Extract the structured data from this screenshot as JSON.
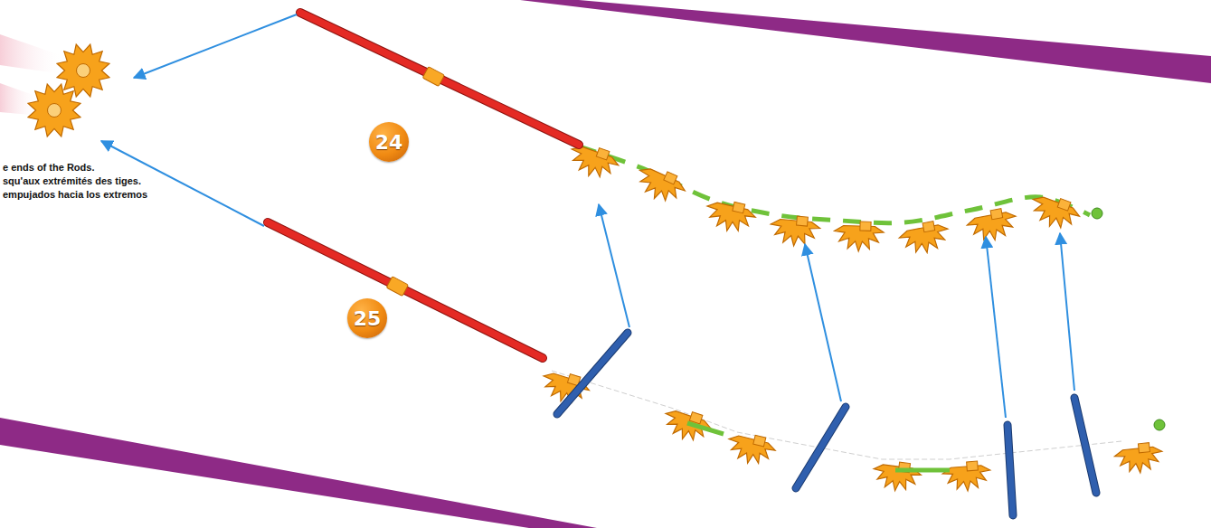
{
  "diagram": {
    "nodes": [
      {
        "text": [
          "24"
        ]
      },
      {
        "text": [
          "25"
        ]
      }
    ],
    "labels": [
      "e ends of the Rods.",
      "squ'aux extrémités des tiges.",
      "empujados hacia los extremos"
    ]
  }
}
